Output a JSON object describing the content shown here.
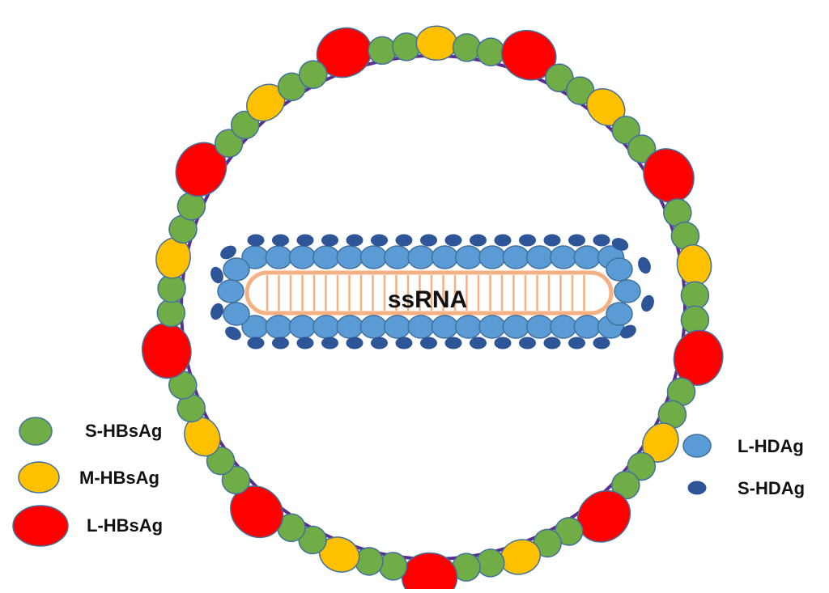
{
  "center_label": "ssRNA",
  "legend_left": [
    {
      "key": "s",
      "label": "S-HBsAg"
    },
    {
      "key": "m",
      "label": "M-HBsAg"
    },
    {
      "key": "l",
      "label": "L-HBsAg"
    }
  ],
  "legend_right": [
    {
      "key": "lhd",
      "label": "L-HDAg"
    },
    {
      "key": "shd",
      "label": "S-HDAg"
    }
  ],
  "colors": {
    "s_hbsag": "#70ad47",
    "m_hbsag": "#ffc000",
    "l_hbsag": "#ff0000",
    "l_hdag": "#5b9bd5",
    "s_hdag": "#2e5597",
    "envelope": "#5b2d8e",
    "rna": "#f4b183",
    "outline": "#41719c"
  },
  "envelope_sequence": [
    "l",
    "s",
    "s",
    "m",
    "s",
    "s",
    "l",
    "s",
    "s",
    "m",
    "s",
    "s",
    "l",
    "s",
    "s",
    "m",
    "s",
    "s",
    "l",
    "s",
    "s",
    "m",
    "s",
    "s",
    "l",
    "s",
    "s",
    "m",
    "s",
    "s",
    "l",
    "s",
    "s",
    "m",
    "s",
    "s",
    "l",
    "s",
    "s",
    "m",
    "s",
    "s",
    "l",
    "s",
    "s",
    "m",
    "s",
    "s",
    "l",
    "s",
    "s",
    "m",
    "s",
    "s"
  ]
}
